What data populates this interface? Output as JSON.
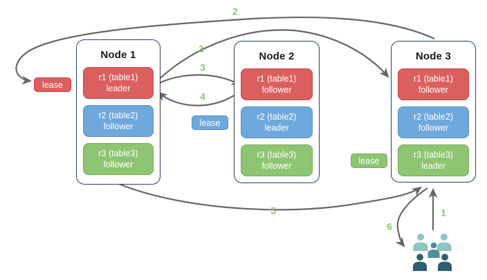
{
  "diagram": {
    "nodes": [
      {
        "title": "Node 1",
        "replicas": [
          {
            "label": "r1 (table1)",
            "role": "leader",
            "color": "red"
          },
          {
            "label": "r2 (table2)",
            "role": "follower",
            "color": "blue"
          },
          {
            "label": "r3 (table3)",
            "role": "follower",
            "color": "green"
          }
        ]
      },
      {
        "title": "Node 2",
        "replicas": [
          {
            "label": "r1 (table1)",
            "role": "follower",
            "color": "red"
          },
          {
            "label": "r2 (table2)",
            "role": "leader",
            "color": "blue"
          },
          {
            "label": "r3 (table3)",
            "role": "follower",
            "color": "green"
          }
        ]
      },
      {
        "title": "Node 3",
        "replicas": [
          {
            "label": "r1 (table1)",
            "role": "follower",
            "color": "red"
          },
          {
            "label": "r2 (table2)",
            "role": "follower",
            "color": "blue"
          },
          {
            "label": "r3 (table3)",
            "role": "leader",
            "color": "green"
          }
        ]
      }
    ],
    "leases": [
      {
        "label": "lease",
        "color": "red"
      },
      {
        "label": "lease",
        "color": "blue"
      },
      {
        "label": "lease",
        "color": "green"
      }
    ],
    "steps": {
      "s1": "1",
      "s2": "2",
      "s3a": "3",
      "s3b": "3",
      "s4": "4",
      "s5": "5",
      "s6": "6"
    },
    "icons": {
      "users": "users-icon"
    }
  },
  "colors": {
    "replica_red": "#dc5f5f",
    "replica_red_border": "#c94444",
    "lease_red_border": "#d93b3b",
    "replica_blue": "#6fa8dc",
    "replica_blue_border": "#5590c9",
    "replica_green": "#8ec573",
    "replica_green_border": "#74ab59",
    "node_border": "#29405e",
    "arrow": "#666666",
    "step_label": "#8cc17b",
    "users_light": "#8fc6c4",
    "users_mid": "#4e8d9c",
    "users_dark": "#2d5d6e"
  }
}
